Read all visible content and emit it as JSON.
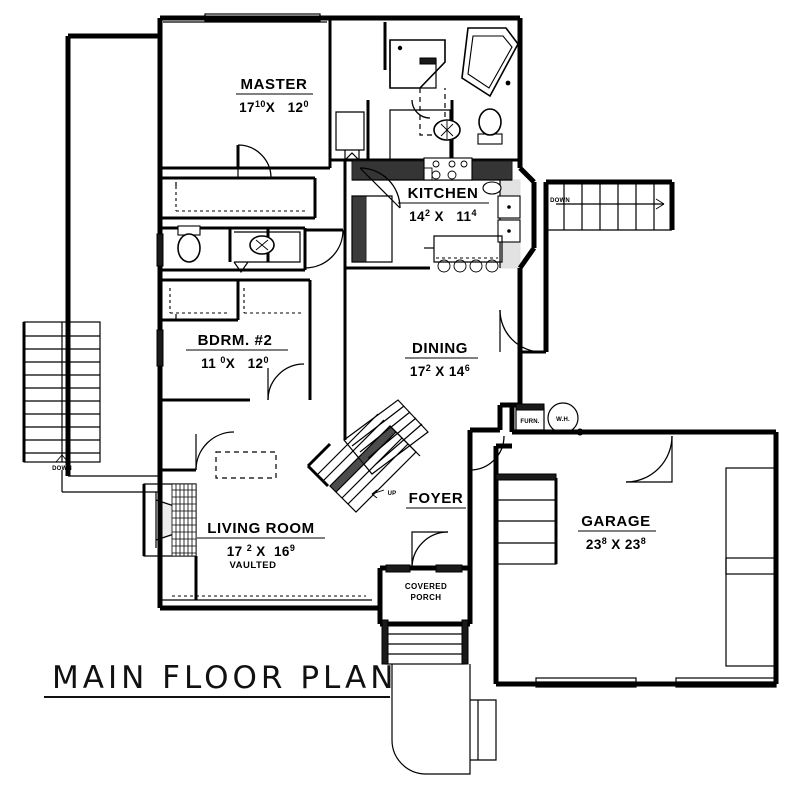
{
  "document": {
    "title": "MAIN FLOOR PLAN",
    "type": "architectural-floor-plan",
    "ink_color": "#000000",
    "paper_color": "#ffffff"
  },
  "rooms": [
    {
      "id": "master",
      "name": "MASTER",
      "dim_w": "17",
      "dim_w_sup": "10",
      "dim_x": "X",
      "dim_h": "12",
      "dim_h_sup": "0",
      "note": ""
    },
    {
      "id": "kitchen",
      "name": "KITCHEN",
      "dim_w": "14",
      "dim_w_sup": "2",
      "dim_x": "X",
      "dim_h": "11",
      "dim_h_sup": "4",
      "note": ""
    },
    {
      "id": "bdrm2",
      "name": "BDRM.  #2",
      "dim_w": "11",
      "dim_w_sup": "0",
      "dim_x": "X",
      "dim_h": "12",
      "dim_h_sup": "0",
      "note": ""
    },
    {
      "id": "dining",
      "name": "DINING",
      "dim_w": "17",
      "dim_w_sup": "2",
      "dim_x": "X",
      "dim_h": "14",
      "dim_h_sup": "6",
      "note": ""
    },
    {
      "id": "living",
      "name": "LIVING  ROOM",
      "dim_w": "17",
      "dim_w_sup": "2",
      "dim_x": "X",
      "dim_h": "16",
      "dim_h_sup": "9",
      "note": "VAULTED"
    },
    {
      "id": "garage",
      "name": "GARAGE",
      "dim_w": "23",
      "dim_w_sup": "8",
      "dim_x": "X",
      "dim_h": "23",
      "dim_h_sup": "8",
      "note": ""
    },
    {
      "id": "foyer",
      "name": "FOYER",
      "dim_w": "",
      "dim_w_sup": "",
      "dim_x": "",
      "dim_h": "",
      "dim_h_sup": "",
      "note": ""
    }
  ],
  "labels": {
    "covered_porch_line1": "COVERED",
    "covered_porch_line2": "PORCH",
    "stair_up": "UP",
    "stair_down_right": "DOWN",
    "stair_down_left": "DOWN",
    "furnace": "FURN.",
    "water_heater": "W.H."
  },
  "fixtures": [
    {
      "id": "corner-tub",
      "label": "corner-bathtub"
    },
    {
      "id": "shower",
      "label": "shower-stall"
    },
    {
      "id": "master-toilet",
      "label": "toilet"
    },
    {
      "id": "master-sink",
      "label": "vanity-sink"
    },
    {
      "id": "bath2-toilet",
      "label": "toilet"
    },
    {
      "id": "bath2-sink",
      "label": "vanity-sink"
    },
    {
      "id": "kitchen-sink",
      "label": "double-sink"
    },
    {
      "id": "cooktop",
      "label": "cooktop-range"
    },
    {
      "id": "fireplace",
      "label": "fireplace-hearth"
    },
    {
      "id": "furnace",
      "label": "furnace-unit"
    },
    {
      "id": "water-heater",
      "label": "water-heater-tank"
    },
    {
      "id": "garage-shelving",
      "label": "garage-shelving"
    }
  ],
  "stairs": [
    {
      "id": "main-stair",
      "direction": "UP",
      "treads": 11,
      "orientation": "diagonal"
    },
    {
      "id": "right-stair",
      "direction": "DOWN",
      "treads": 7,
      "orientation": "horizontal"
    },
    {
      "id": "left-deck-stair",
      "direction": "DOWN",
      "treads": 11,
      "orientation": "vertical"
    },
    {
      "id": "garage-stair",
      "direction": "",
      "treads": 4,
      "orientation": "horizontal"
    },
    {
      "id": "porch-stair",
      "direction": "",
      "treads": 4,
      "orientation": "horizontal"
    }
  ]
}
